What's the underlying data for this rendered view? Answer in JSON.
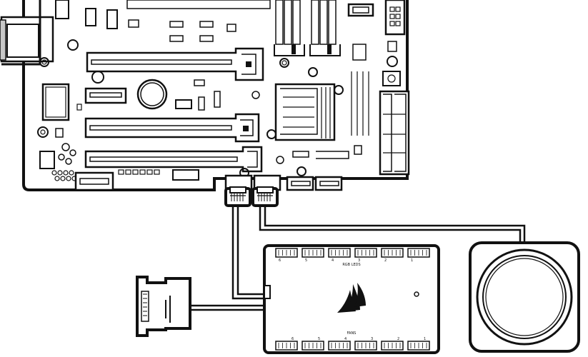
{
  "colors": {
    "ink": "#111111",
    "paper": "#ffffff",
    "shade": "#c8c8c8"
  },
  "fan_hub": {
    "top_row_label": "RGB LEDS",
    "bottom_row_label": "FANS",
    "top_port_numbers": [
      "6",
      "5",
      "4",
      "3",
      "2",
      "1"
    ],
    "bottom_port_numbers": [
      "6",
      "5",
      "4",
      "3",
      "2",
      "1"
    ]
  },
  "icons": [
    "motherboard-icon",
    "sata-power-connector-icon",
    "corsair-sails-logo-icon",
    "pump-icon"
  ]
}
